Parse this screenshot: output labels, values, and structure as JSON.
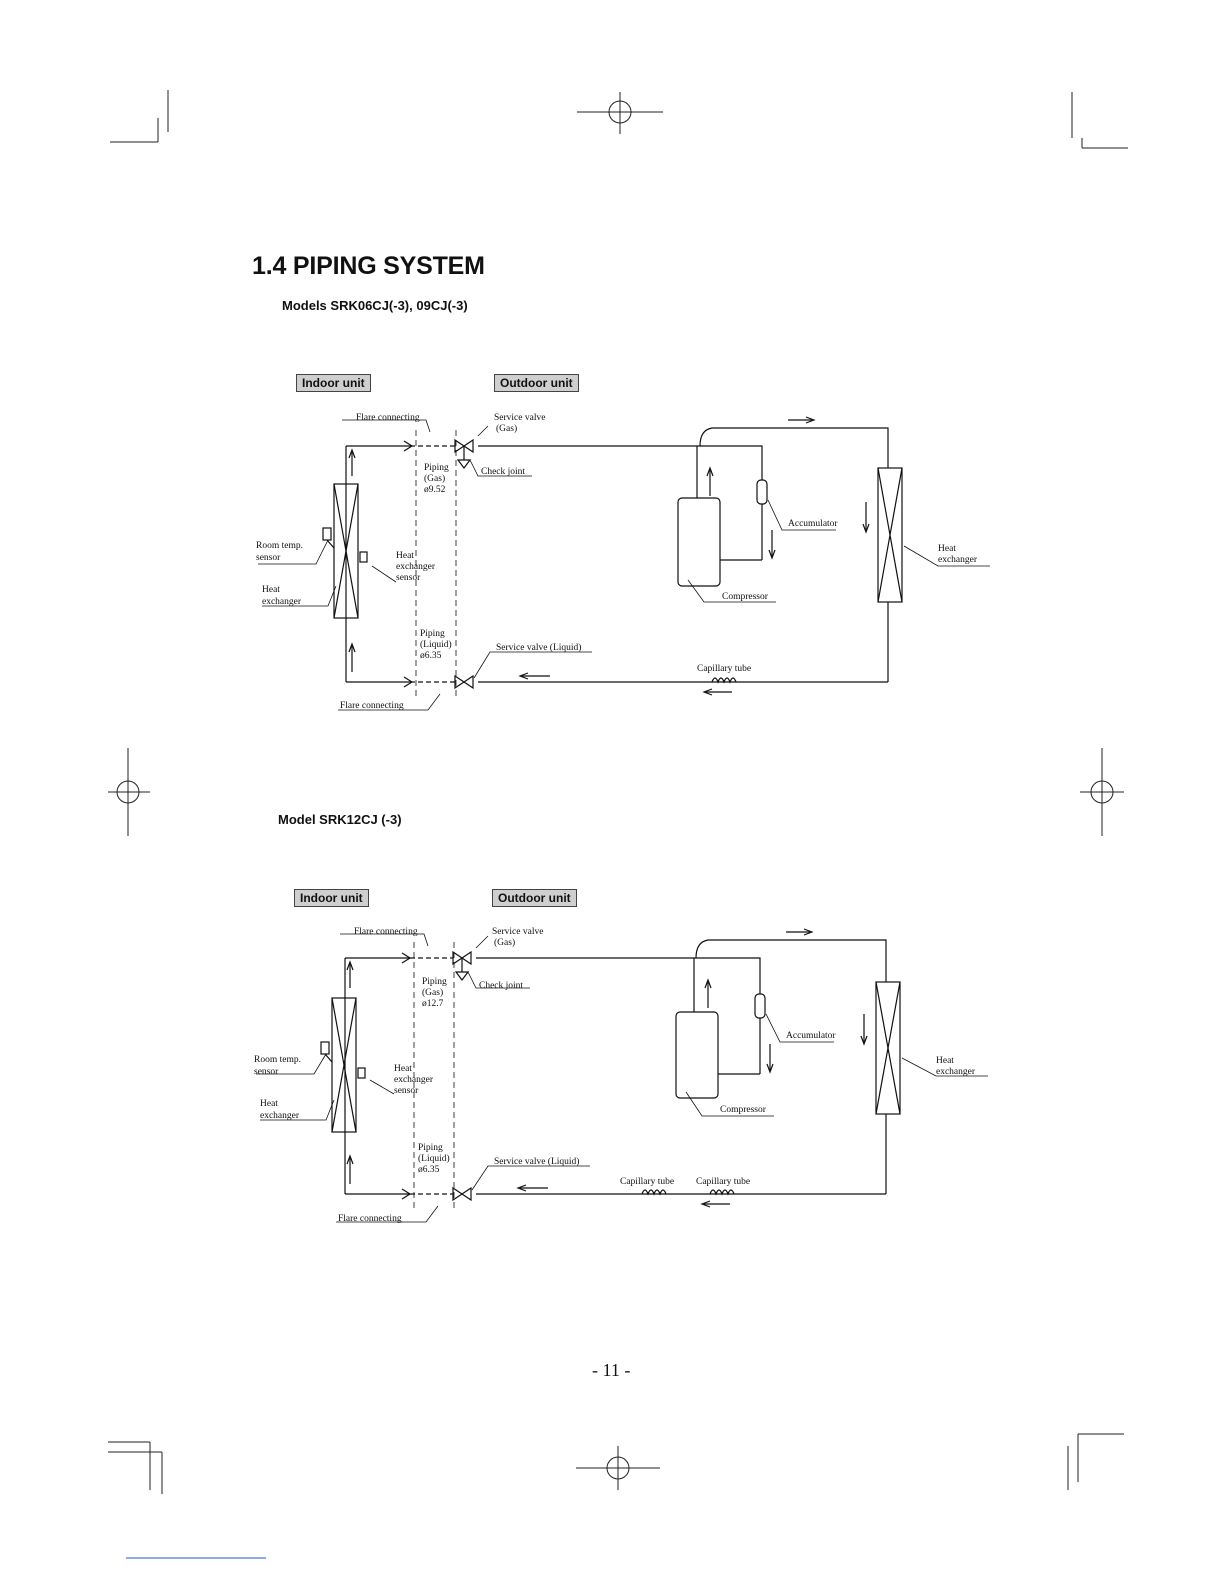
{
  "section_title": "1.4 PIPING SYSTEM",
  "page_number": "- 11 -",
  "diagrams": [
    {
      "model_label": "Models SRK06CJ(-3), 09CJ(-3)",
      "indoor_unit": "Indoor unit",
      "outdoor_unit": "Outdoor unit",
      "labels": {
        "flare_top": "Flare connecting",
        "service_gas_1": "Service valve",
        "service_gas_2": "(Gas)",
        "piping_gas_1": "Piping",
        "piping_gas_2": "(Gas)",
        "piping_gas_3": "ø9.52",
        "check_joint": "Check joint",
        "room_temp_1": "Room temp.",
        "room_temp_2": "sensor",
        "hx_sensor_1": "Heat",
        "hx_sensor_2": "exchanger",
        "hx_sensor_3": "sensor",
        "heat_ex_in_1": "Heat",
        "heat_ex_in_2": "exchanger",
        "piping_liq_1": "Piping",
        "piping_liq_2": "(Liquid)",
        "piping_liq_3": "ø6.35",
        "service_liquid": "Service valve (Liquid)",
        "flare_bottom": "Flare connecting",
        "accumulator": "Accumulator",
        "compressor": "Compressor",
        "heat_ex_out_1": "Heat",
        "heat_ex_out_2": "exchanger",
        "capillary_1": "Capillary tube"
      }
    },
    {
      "model_label": "Model SRK12CJ (-3)",
      "indoor_unit": "Indoor unit",
      "outdoor_unit": "Outdoor unit",
      "labels": {
        "flare_top": "Flare connecting",
        "service_gas_1": "Service valve",
        "service_gas_2": "(Gas)",
        "piping_gas_1": "Piping",
        "piping_gas_2": "(Gas)",
        "piping_gas_3": "ø12.7",
        "check_joint": "Check joint",
        "room_temp_1": "Room temp.",
        "room_temp_2": "sensor",
        "hx_sensor_1": "Heat",
        "hx_sensor_2": "exchanger",
        "hx_sensor_3": "sensor",
        "heat_ex_in_1": "Heat",
        "heat_ex_in_2": "exchanger",
        "piping_liq_1": "Piping",
        "piping_liq_2": "(Liquid)",
        "piping_liq_3": "ø6.35",
        "service_liquid": "Service valve (Liquid)",
        "flare_bottom": "Flare connecting",
        "accumulator": "Accumulator",
        "compressor": "Compressor",
        "heat_ex_out_1": "Heat",
        "heat_ex_out_2": "exchanger",
        "capillary_1": "Capillary tube",
        "capillary_2": "Capillary tube"
      }
    }
  ]
}
